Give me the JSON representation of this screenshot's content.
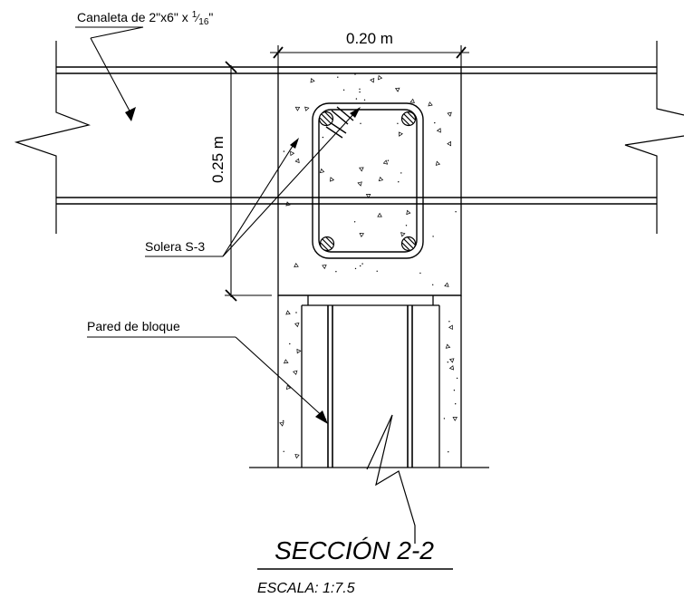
{
  "labels": {
    "canaleta_main": "Canaleta de 2\"x6\" x ",
    "canaleta_frac_num": "1",
    "canaleta_frac_den": "16",
    "canaleta_end": "\"",
    "solera": "Solera S-3",
    "pared": "Pared de bloque"
  },
  "dimensions": {
    "width": "0.20 m",
    "height": "0.25 m"
  },
  "title": {
    "section": "SECCIÓN  2-2",
    "scale": "ESCALA: 1:7.5"
  },
  "colors": {
    "line": "#000000",
    "background": "#ffffff"
  }
}
